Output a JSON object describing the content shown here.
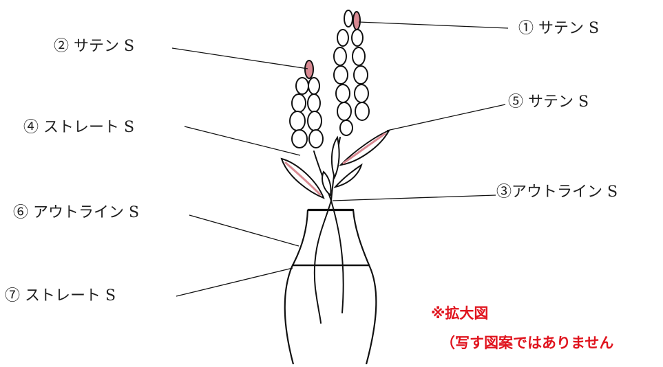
{
  "labels": {
    "l1": "① サテン S",
    "l2": "② サテン S",
    "l3": "③アウトライン S",
    "l4": "④ ストレート S",
    "l5": "⑤ サテン S",
    "l6": "⑥ アウトライン S",
    "l7": "⑦ ストレート S"
  },
  "note": {
    "title": "※拡大図",
    "subtitle": "（写す図案ではありません"
  },
  "colors": {
    "line": "#111111",
    "petal_fill": "#d98a93",
    "note": "#e0141e"
  }
}
